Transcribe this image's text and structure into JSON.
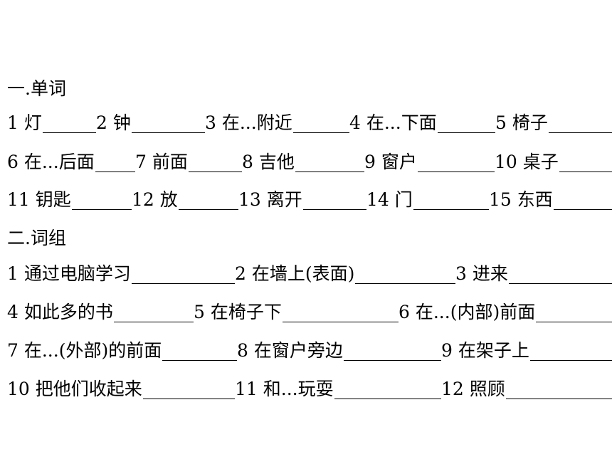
{
  "section_words": {
    "heading": "一.单词",
    "rows": [
      [
        "1 灯",
        "2 钟",
        "3 在...附近",
        "4 在...下面",
        "5 椅子"
      ],
      [
        "6 在...后面",
        "7 前面",
        "8 吉他",
        "9 窗户",
        "10 桌子"
      ],
      [
        "11 钥匙",
        "12 放",
        "13 离开",
        "14 门",
        "15 东西"
      ]
    ]
  },
  "section_phrases": {
    "heading": "二.词组",
    "rows": [
      [
        "1 通过电脑学习",
        "2 在墙上(表面)",
        "3 进来"
      ],
      [
        "4 如此多的书",
        "5 在椅子下",
        "6 在...(内部)前面"
      ],
      [
        "7 在...(外部)的前面",
        "8 在窗户旁边",
        "9 在架子上"
      ],
      [
        "10 把他们收起来",
        "11 和...玩耍",
        "12 照顾"
      ]
    ]
  }
}
